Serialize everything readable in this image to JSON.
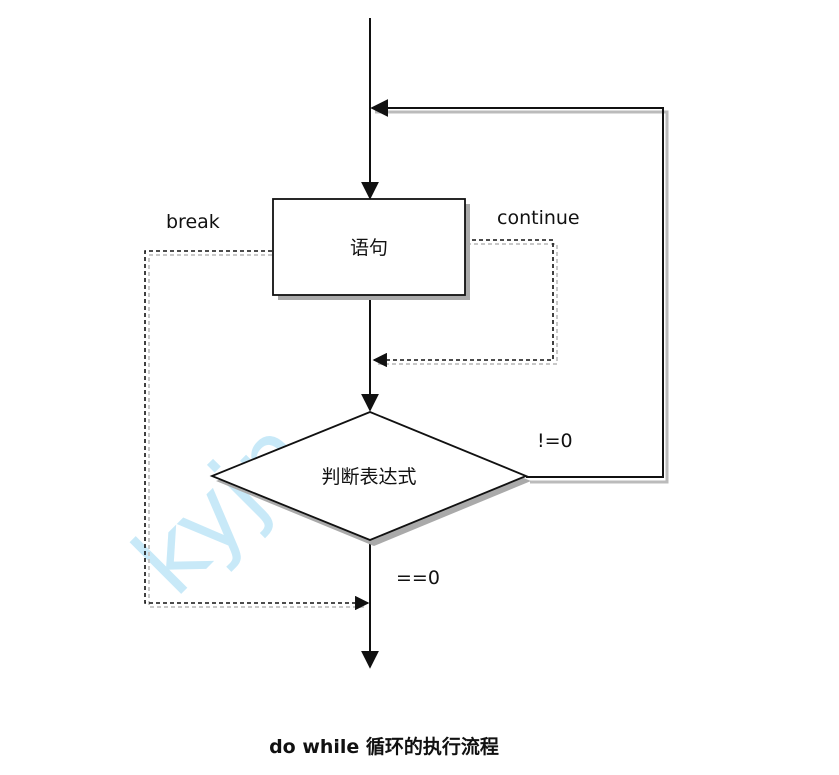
{
  "nodes": {
    "statement": "语句",
    "condition": "判断表达式"
  },
  "labels": {
    "break": "break",
    "continue": "continue",
    "not_zero": "!=0",
    "equals_zero": "==0"
  },
  "caption": "do while 循环的执行流程",
  "watermark": "kyjn"
}
